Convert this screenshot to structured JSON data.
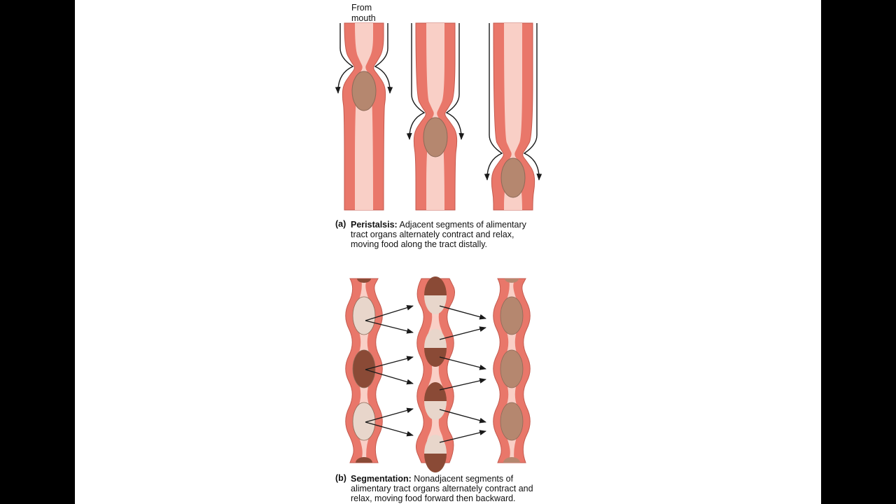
{
  "figure": {
    "from_mouth_label": [
      "From",
      "mouth"
    ],
    "caption_a": {
      "tag": "(a)",
      "title": "Peristalsis:",
      "lines": [
        "Adjacent segments of alimentary",
        "tract organs alternately contract and relax,",
        "moving food along the tract distally."
      ]
    },
    "caption_b": {
      "tag": "(b)",
      "title": "Segmentation:",
      "lines": [
        "Nonadjacent segments of",
        "alimentary tract organs alternately contract and",
        "relax, moving food forward then backward."
      ]
    }
  },
  "colors": {
    "wall": "#e9776a",
    "wall_outline": "#c45a4e",
    "lumen": "#f9cfc6",
    "bolus": "#b5876f",
    "bolus_dark": "#8a4a36",
    "bolus_light": "#e8d6cb",
    "arrow": "#1a1a1a"
  }
}
